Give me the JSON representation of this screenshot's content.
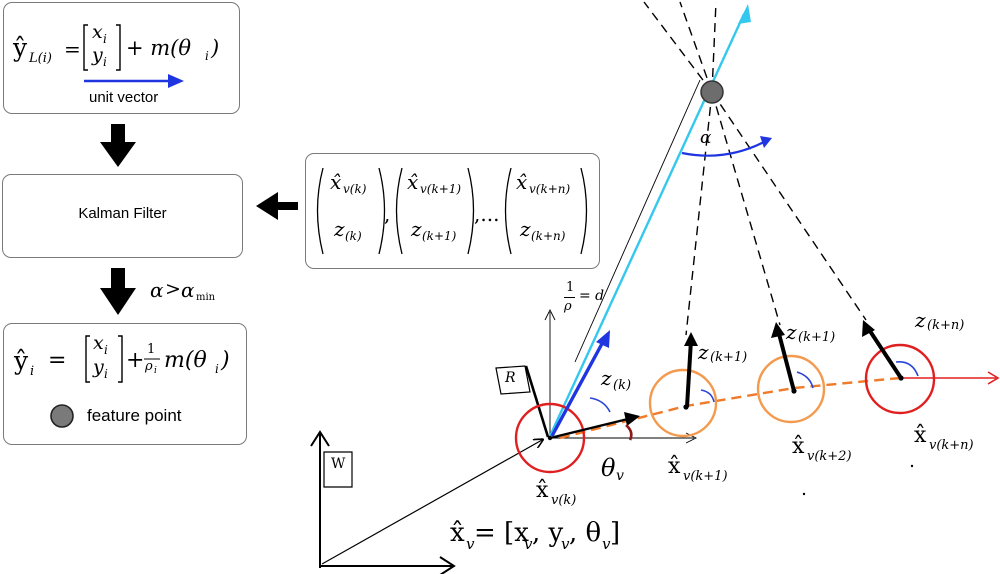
{
  "flow": {
    "box1": {
      "formula": "ŷL(i) = [xi yi] + m(θi)",
      "yhat": "ŷ",
      "yhat_sub": "L(i)",
      "eq": "=",
      "vec_top": "x",
      "vec_top_sub": "i",
      "vec_bot": "y",
      "vec_bot_sub": "i",
      "plus_m": "+ m(θ",
      "m_sub": "i",
      "m_close": ")",
      "arrow_caption": "unit vector",
      "arrow_color": "#1f35e0"
    },
    "box2": {
      "label": "Kalman Filter"
    },
    "condition": {
      "alpha": "α",
      "gt": ">",
      "alpha2": "α",
      "sub": "min"
    },
    "box3": {
      "formula": "ŷi = [xi yi] + (1/ρi) m(θi)",
      "yhat": "ŷ",
      "yhat_sub": "i",
      "eq": "=",
      "vec_top": "x",
      "vec_top_sub": "i",
      "vec_bot": "y",
      "vec_bot_sub": "i",
      "plus": "+",
      "frac_num": "1",
      "frac_den": "ρ",
      "frac_den_sub": "i",
      "m": "m(θ",
      "m_sub": "i",
      "m_close": ")",
      "legend_label": "feature point",
      "legend_color": "#7a7a7a"
    },
    "inputs": {
      "items": [
        {
          "x": "x̂",
          "x_sub": "v(k)",
          "z": "z",
          "z_sub": "(k)"
        },
        {
          "x": "x̂",
          "x_sub": "v(k+1)",
          "z": "z",
          "z_sub": "(k+1)"
        },
        {
          "x": "x̂",
          "x_sub": "v(k+n)",
          "z": "z",
          "z_sub": "(k+n)"
        }
      ],
      "sep1": ",",
      "sep2": ",...",
      "box_color": "#7a7a7a"
    }
  },
  "diagram": {
    "world_label": "W",
    "robot_label": "R",
    "inv_depth": {
      "num": "1",
      "den": "ρ",
      "eq": "= d"
    },
    "alpha": "α",
    "theta_v": {
      "sym": "θ",
      "sub": "v"
    },
    "state": {
      "lhs": "x̂",
      "lhs_sub": "v",
      "rhs": " = [x",
      "x_sub": "v",
      "c1": ", y",
      "y_sub": "v",
      "c2": ", θ",
      "t_sub": "v",
      "close": "]"
    },
    "poses": [
      {
        "x": "x̂",
        "sub": "v(k)",
        "z": "z",
        "z_sub": "(k)"
      },
      {
        "x": "x̂",
        "sub": "v(k+1)",
        "z": "z",
        "z_sub": "(k+1)"
      },
      {
        "x": "x̂",
        "sub": "v(k+2)",
        "z": "z",
        "z_sub": "(k+1)"
      },
      {
        "x": "x̂",
        "sub": "v(k+n)",
        "z": "z",
        "z_sub": "(k+n)"
      }
    ],
    "colors": {
      "ray_cyan": "#35c8ee",
      "ray_blue": "#1f35e0",
      "circle_red": "#e02020",
      "circle_orange": "#f39a4e",
      "path_orange": "#ef7a2a",
      "heading_red": "#e02020",
      "angle_blue": "#2b46d6",
      "theta_dark_red": "#8b1a1a",
      "feature_gray": "#6d6d6d"
    }
  }
}
